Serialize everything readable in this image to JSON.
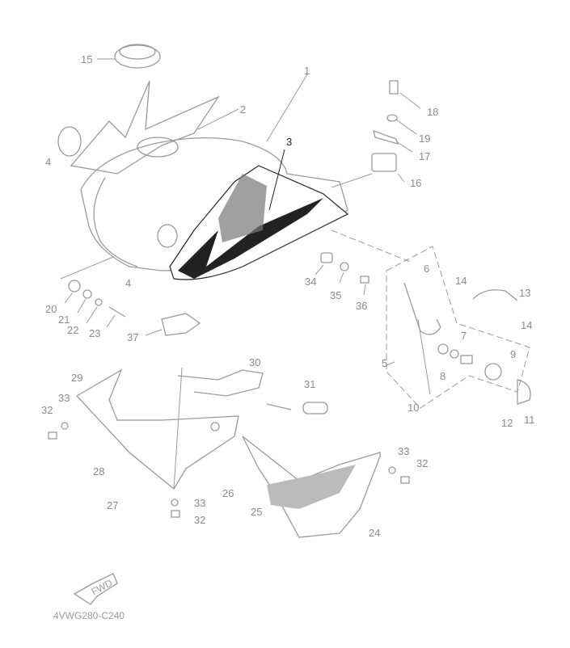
{
  "diagram": {
    "code": "4VWG280-C240",
    "fwd_label": "FWD",
    "callouts": {
      "c1": "1",
      "c2": "2",
      "c3": "3",
      "c4a": "4",
      "c4b": "4",
      "c5": "5",
      "c6": "6",
      "c7": "7",
      "c8": "8",
      "c9": "9",
      "c10": "10",
      "c11": "11",
      "c12": "12",
      "c13": "13",
      "c14a": "14",
      "c14b": "14",
      "c15": "15",
      "c16": "16",
      "c17": "17",
      "c18": "18",
      "c19": "19",
      "c20": "20",
      "c21": "21",
      "c22": "22",
      "c23": "23",
      "c24": "24",
      "c25": "25",
      "c26": "26",
      "c27": "27",
      "c28": "28",
      "c29": "29",
      "c30": "30",
      "c31": "31",
      "c32a": "32",
      "c32b": "32",
      "c32c": "32",
      "c33a": "33",
      "c33b": "33",
      "c33c": "33",
      "c34": "34",
      "c35": "35",
      "c36": "36",
      "c37": "37"
    }
  }
}
